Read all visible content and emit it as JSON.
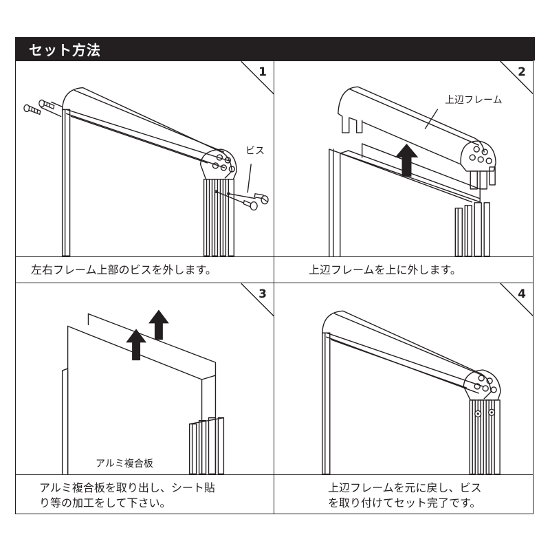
{
  "header": {
    "title": "セット方法"
  },
  "steps": [
    {
      "number": "1",
      "caption": "左右フレーム上部のビスを外します。",
      "labels": {
        "screw": "ビス"
      }
    },
    {
      "number": "2",
      "caption": "上辺フレームを上に外します。",
      "labels": {
        "top_frame": "上辺フレーム"
      }
    },
    {
      "number": "3",
      "caption": "アルミ複合板を取り出し、シート貼\nり等の加工をして下さい。",
      "labels": {
        "panel": "アルミ複合板"
      }
    },
    {
      "number": "4",
      "caption": "上辺フレームを元に戻し、ビス\nを取り付けてセット完了です。",
      "labels": {}
    }
  ],
  "colors": {
    "ink": "#231f20",
    "paper": "#ffffff"
  }
}
